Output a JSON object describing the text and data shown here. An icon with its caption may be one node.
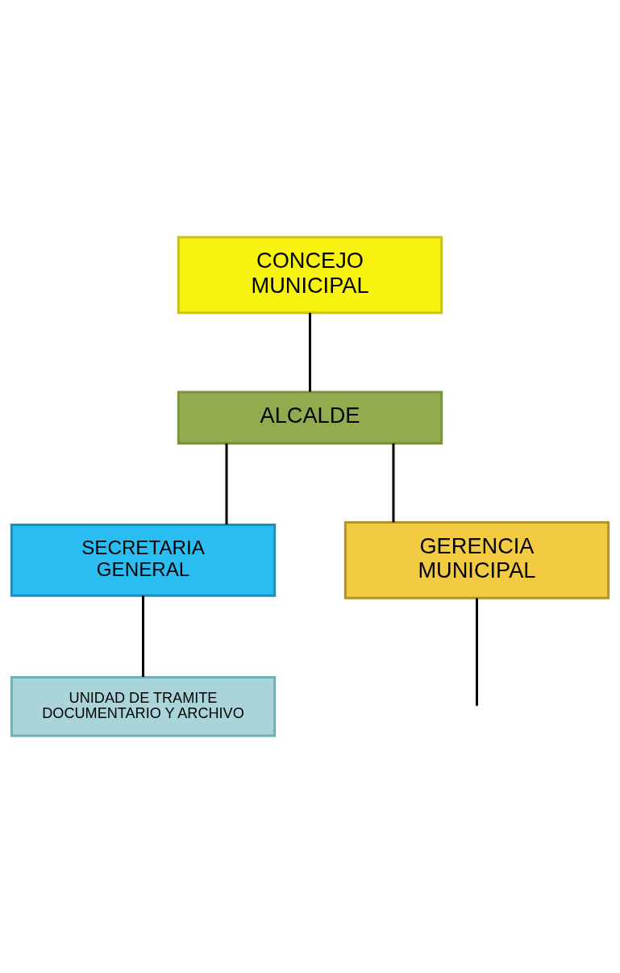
{
  "diagram": {
    "nodes": [
      {
        "text": [
          "CONCEJO MUNICIPAL"
        ]
      },
      {
        "text": [
          "ALCALDE"
        ]
      },
      {
        "text": [
          "SECRETARIA GENERAL"
        ]
      },
      {
        "text": [
          "UNIDAD DE TRAMITE DOCUMENTARIO Y ARCHIVO"
        ]
      },
      {
        "text": [
          "GERENCIA MUNICIPAL"
        ]
      }
    ],
    "edges": [
      {
        "from": 0,
        "to": 1,
        "arrow": "none"
      },
      {
        "from": 1,
        "to": 4,
        "arrow": "none"
      },
      {
        "from": 1,
        "to": 2,
        "arrow": "none"
      },
      {
        "from": 2,
        "to": 3,
        "arrow": "none"
      },
      {
        "from": 4,
        "to": null,
        "arrow": "none"
      }
    ]
  }
}
